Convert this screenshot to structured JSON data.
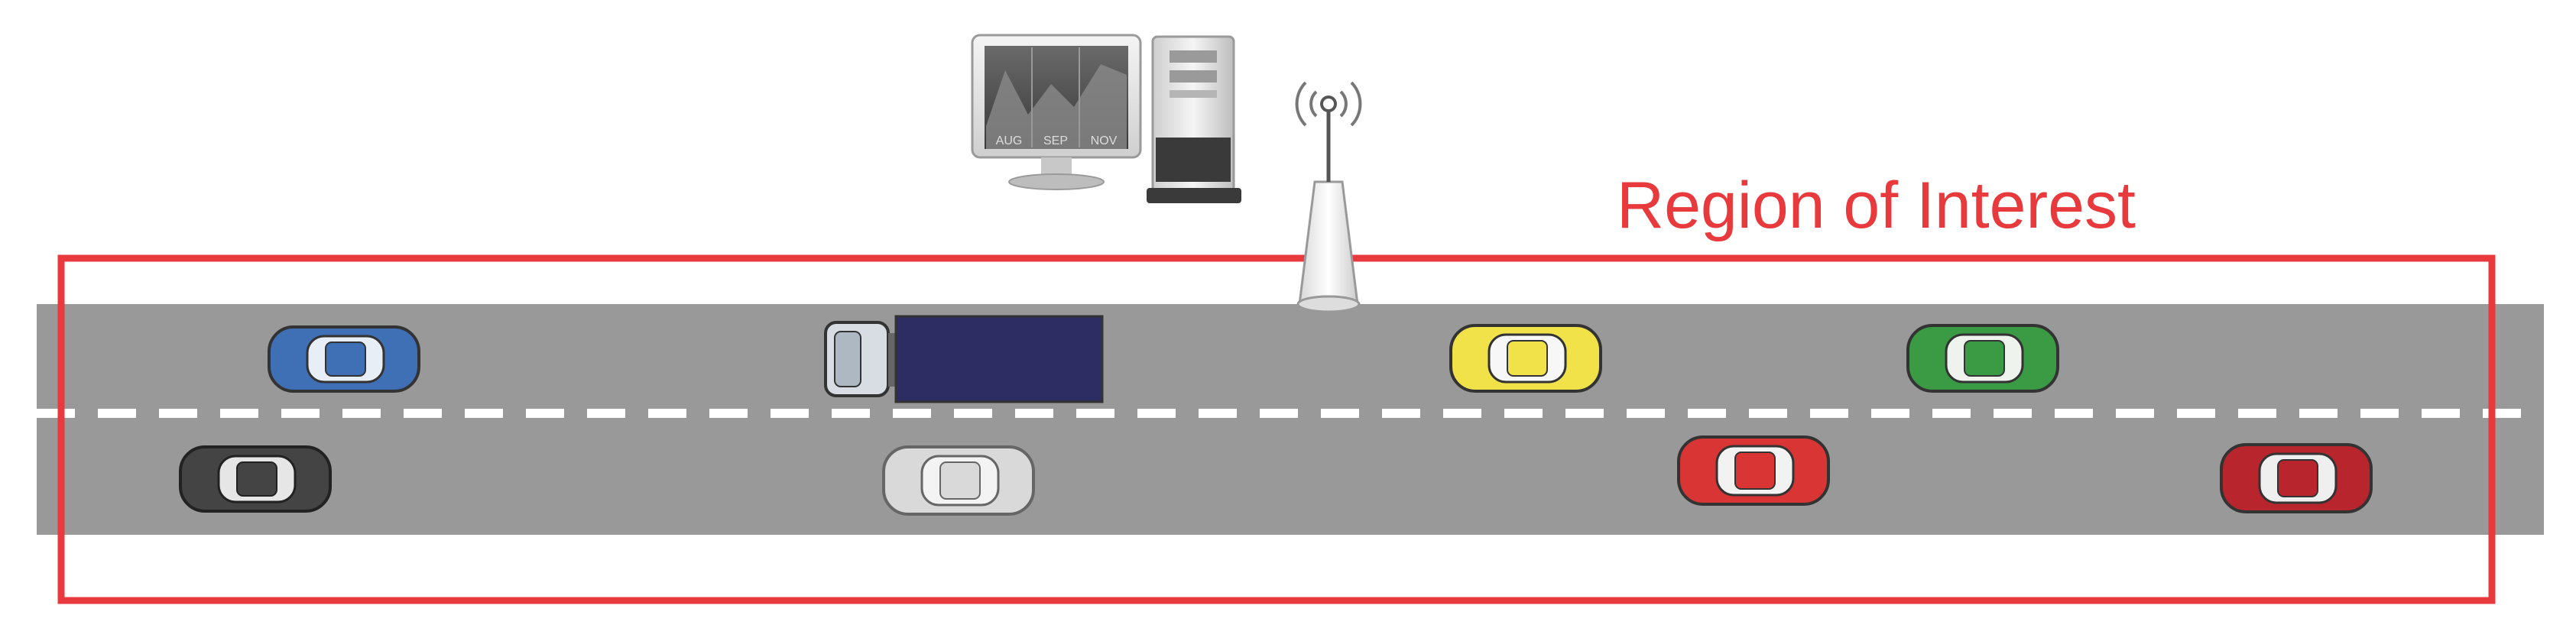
{
  "region_label": "Region of Interest",
  "monitor_labels": [
    "AUG",
    "SEP",
    "NOV"
  ],
  "colors": {
    "region_border": "#e8393d",
    "region_text": "#e8393d",
    "road": "#999999",
    "lane_marking": "#ffffff",
    "truck_cargo": "#2d2d63"
  },
  "icons": {
    "monitor": "monitor-icon",
    "server": "server-tower-icon",
    "antenna": "antenna-icon"
  },
  "vehicles": [
    {
      "type": "car",
      "color": "#3f6fb5",
      "lane": "upper"
    },
    {
      "type": "truck",
      "color": "#2d2d63",
      "lane": "upper"
    },
    {
      "type": "car",
      "color": "#f2e24a",
      "lane": "upper"
    },
    {
      "type": "car",
      "color": "#3b9a44",
      "lane": "upper"
    },
    {
      "type": "car",
      "color": "#444444",
      "lane": "lower"
    },
    {
      "type": "car",
      "color": "#d9d9d9",
      "lane": "lower"
    },
    {
      "type": "car",
      "color": "#d93535",
      "lane": "lower"
    },
    {
      "type": "car",
      "color": "#b8252c",
      "lane": "lower"
    }
  ]
}
